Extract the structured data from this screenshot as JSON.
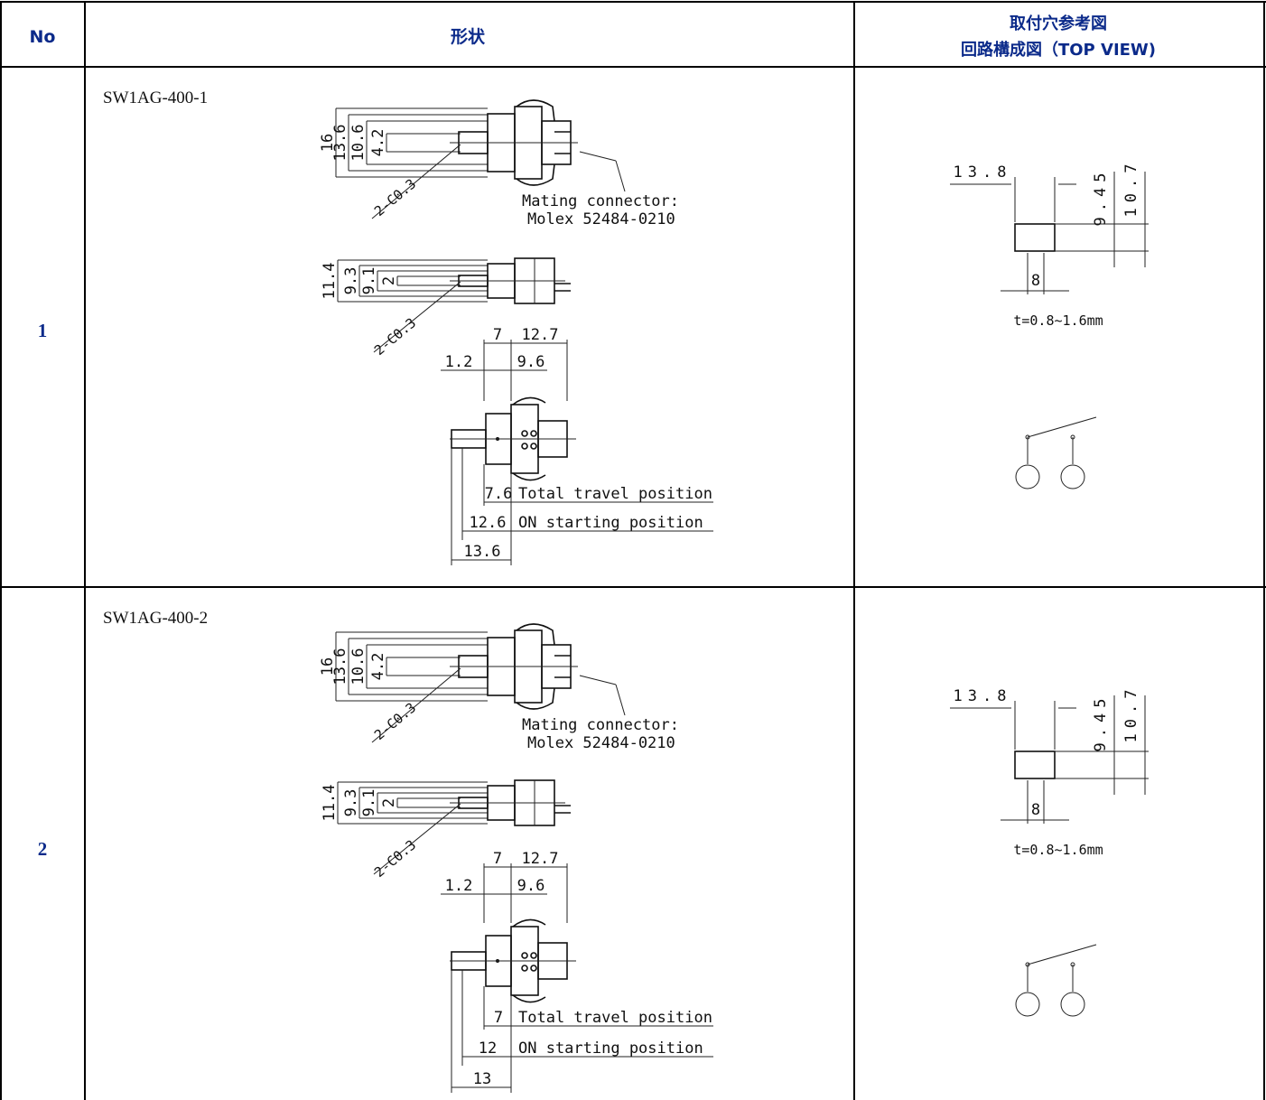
{
  "table": {
    "headers": {
      "no": "No",
      "shape": "形状",
      "mount_line1": "取付穴参考図",
      "mount_line2": "回路構成図（TOP VIEW)"
    },
    "rows": [
      {
        "no": "1",
        "model": "SW1AG-400-1",
        "front": {
          "d16": "16",
          "d136": "13.6",
          "d106": "10.6",
          "d42": "4.2",
          "chamfer": "2-C0.3",
          "mating1": "Mating connector:",
          "mating2": "Molex 52484-0210"
        },
        "side": {
          "d114": "11.4",
          "d93": "9.3",
          "d91": "9.1",
          "d2": "2",
          "chamfer": "2-C0.3"
        },
        "top": {
          "d7": "7",
          "d127": "12.7",
          "d12": "1.2",
          "d96": "9.6",
          "total_value": "7.6",
          "total_label": "Total travel position",
          "on_value": "12.6",
          "on_label": "ON starting position",
          "full_value": "13.6"
        },
        "mount": {
          "w": "13.8",
          "h1": "9.45",
          "h2": "10.7",
          "gap": "8",
          "thickness": "t=0.8~1.6mm"
        }
      },
      {
        "no": "2",
        "model": "SW1AG-400-2",
        "front": {
          "d16": "16",
          "d136": "13.6",
          "d106": "10.6",
          "d42": "4.2",
          "chamfer": "2-C0.3",
          "mating1": "Mating connector:",
          "mating2": "Molex 52484-0210"
        },
        "side": {
          "d114": "11.4",
          "d93": "9.3",
          "d91": "9.1",
          "d2": "2",
          "chamfer": "2-C0.3"
        },
        "top": {
          "d7": "7",
          "d127": "12.7",
          "d12": "1.2",
          "d96": "9.6",
          "total_value": "7",
          "total_label": "Total travel position",
          "on_value": "12",
          "on_label": "ON starting position",
          "full_value": "13"
        },
        "mount": {
          "w": "13.8",
          "h1": "9.45",
          "h2": "10.7",
          "gap": "8",
          "thickness": "t=0.8~1.6mm"
        }
      }
    ]
  }
}
